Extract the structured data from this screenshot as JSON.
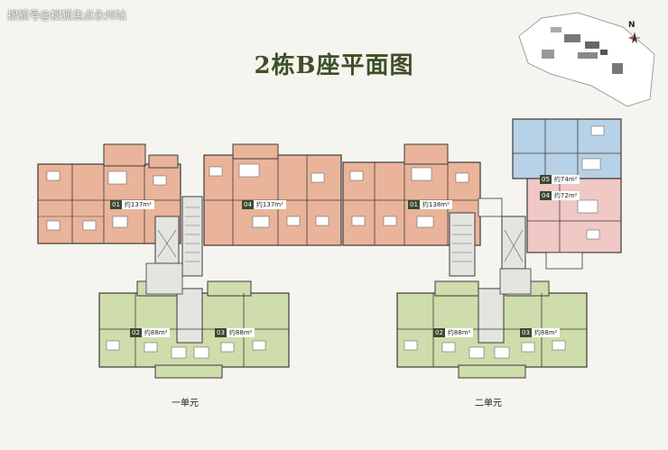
{
  "watermark": "搜狐号@搜狐焦点永州站",
  "title": "2栋B座平面图",
  "north_label": "N",
  "units": [
    {
      "num": "01",
      "area": "约137m²"
    },
    {
      "num": "04",
      "area": "约137m²"
    },
    {
      "num": "01",
      "area": "约138m²"
    },
    {
      "num": "05",
      "area": "约74m²"
    },
    {
      "num": "04",
      "area": "约72m²"
    },
    {
      "num": "02",
      "area": "约88m²"
    },
    {
      "num": "03",
      "area": "约88m²"
    },
    {
      "num": "02",
      "area": "约88m²"
    },
    {
      "num": "03",
      "area": "约88m²"
    }
  ],
  "section_labels": [
    "一单元",
    "二单元"
  ],
  "colors": {
    "salmon": "#e9b49a",
    "green": "#cfdcab",
    "blue": "#b7d1e6",
    "pink": "#f0c8c6",
    "core": "#e4e4e0",
    "wall": "#3b3b3b"
  }
}
